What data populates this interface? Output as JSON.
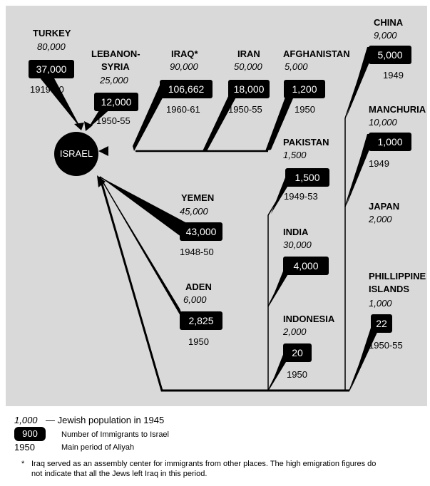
{
  "center": {
    "label": "ISRAEL"
  },
  "countries": [
    {
      "key": "turkey",
      "name": "TURKEY",
      "population": "80,000",
      "immigrants": "37,000",
      "period": "1919-50"
    },
    {
      "key": "lebanon",
      "name_line1": "LEBANON-",
      "name_line2": "SYRIA",
      "population": "25,000",
      "immigrants": "12,000",
      "period": "1950-55"
    },
    {
      "key": "iraq",
      "name": "IRAQ*",
      "population": "90,000",
      "immigrants": "106,662",
      "period": "1960-61"
    },
    {
      "key": "iran",
      "name": "IRAN",
      "population": "50,000",
      "immigrants": "18,000",
      "period": "1950-55"
    },
    {
      "key": "afghanistan",
      "name": "AFGHANISTAN",
      "population": "5,000",
      "immigrants": "1,200",
      "period": "1950"
    },
    {
      "key": "china",
      "name": "CHINA",
      "population": "9,000",
      "immigrants": "5,000",
      "period": "1949"
    },
    {
      "key": "manchuria",
      "name": "MANCHURIA",
      "population": "10,000",
      "immigrants": "1,000",
      "period": "1949"
    },
    {
      "key": "pakistan",
      "name": "PAKISTAN",
      "population": "1,500",
      "immigrants": "1,500",
      "period": "1949-53"
    },
    {
      "key": "japan",
      "name": "JAPAN",
      "population": "2,000"
    },
    {
      "key": "yemen",
      "name": "YEMEN",
      "population": "45,000",
      "immigrants": "43,000",
      "period": "1948-50"
    },
    {
      "key": "india",
      "name": "INDIA",
      "population": "30,000",
      "immigrants": "4,000"
    },
    {
      "key": "aden",
      "name": "ADEN",
      "population": "6,000",
      "immigrants": "2,825",
      "period": "1950"
    },
    {
      "key": "indonesia",
      "name": "INDONESIA",
      "population": "2,000",
      "immigrants": "20",
      "period": "1950"
    },
    {
      "key": "philippines",
      "name_line1": "PHILLIPPINE",
      "name_line2": "ISLANDS",
      "population": "1,000",
      "immigrants": "22",
      "period": "1950-55"
    }
  ],
  "legend": {
    "population_sample": "1,000",
    "population_text": "— Jewish population in 1945",
    "immigrants_sample": "900",
    "immigrants_text": "Number of Immigrants to Israel",
    "period_sample": "1950",
    "period_text": "Main period of Aliyah",
    "footnote_mark": "*",
    "footnote_line1": "Iraq served as an assembly center for immigrants from other places. The high emigration figures do",
    "footnote_line2": "not indicate that all the Jews left Iraq in this period."
  },
  "colors": {
    "background": "#d9d9d9",
    "ink": "#000000",
    "label_box_text": "#ffffff"
  }
}
